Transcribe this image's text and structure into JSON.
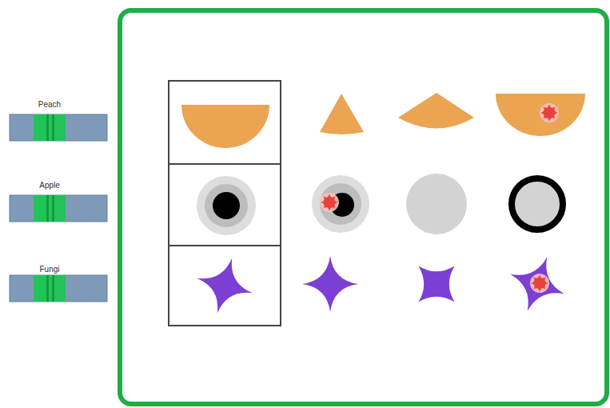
{
  "diagram": {
    "labels": [
      "Peach",
      "Apple",
      "Fungi"
    ]
  }
}
